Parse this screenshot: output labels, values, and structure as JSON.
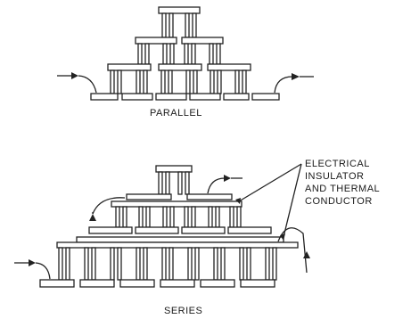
{
  "parallel": {
    "caption": "PARALLEL"
  },
  "series": {
    "caption": "SERIES"
  },
  "callout": {
    "lines": [
      "ELECTRICAL",
      "INSULATOR",
      "AND THERMAL",
      "CONDUCTOR"
    ]
  }
}
